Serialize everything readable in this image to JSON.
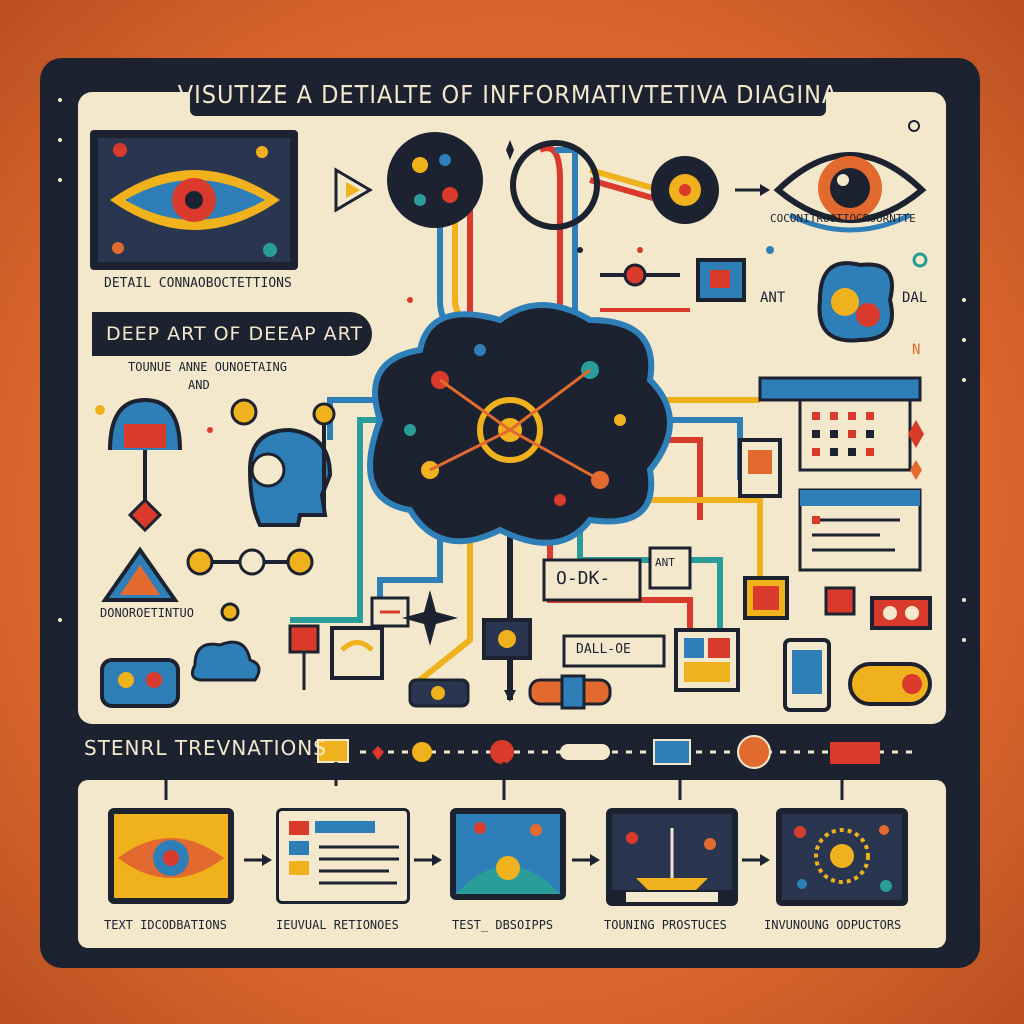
{
  "title": "VISUTIZE A DETIALTE OF INFFORMATIVTETIVA DIAGINA",
  "labels": {
    "detail_conns": "DETAIL CONNAOBOCTETTIONS",
    "eye_caption": "COCONITROOTIOGROORNTTE",
    "deep_art": "DEEP ART OF DEEAP ART",
    "tuning_line1": "TOUNUE ANNE OUNOETAING",
    "tuning_line2": "AND",
    "ant_label": "ANT",
    "dal_label": "DAL",
    "n_label": "N",
    "pyramid_label": "DONOROETINTUO",
    "odk_label": "O-DK-",
    "ant_small": "ANT",
    "dall_label": "DALL-OE",
    "section_title": "STENRL TREVNATIONS"
  },
  "steps": [
    {
      "label": "TEXT IDCODBATIONS"
    },
    {
      "label": "IEUVUAL RETIONOES"
    },
    {
      "label": "TEST_ DBSOIPPS"
    },
    {
      "label": "TOUNING PROSTUCES"
    },
    {
      "label": "INVUNOUNG ODPUCTORS"
    }
  ],
  "colors": {
    "navy": "#1d2230",
    "cream": "#f4e8cc",
    "orange": "#e36a2e",
    "red": "#d93a2b",
    "yellow": "#f0b21c",
    "blue": "#2e7fb8",
    "teal": "#2a9d9a"
  }
}
